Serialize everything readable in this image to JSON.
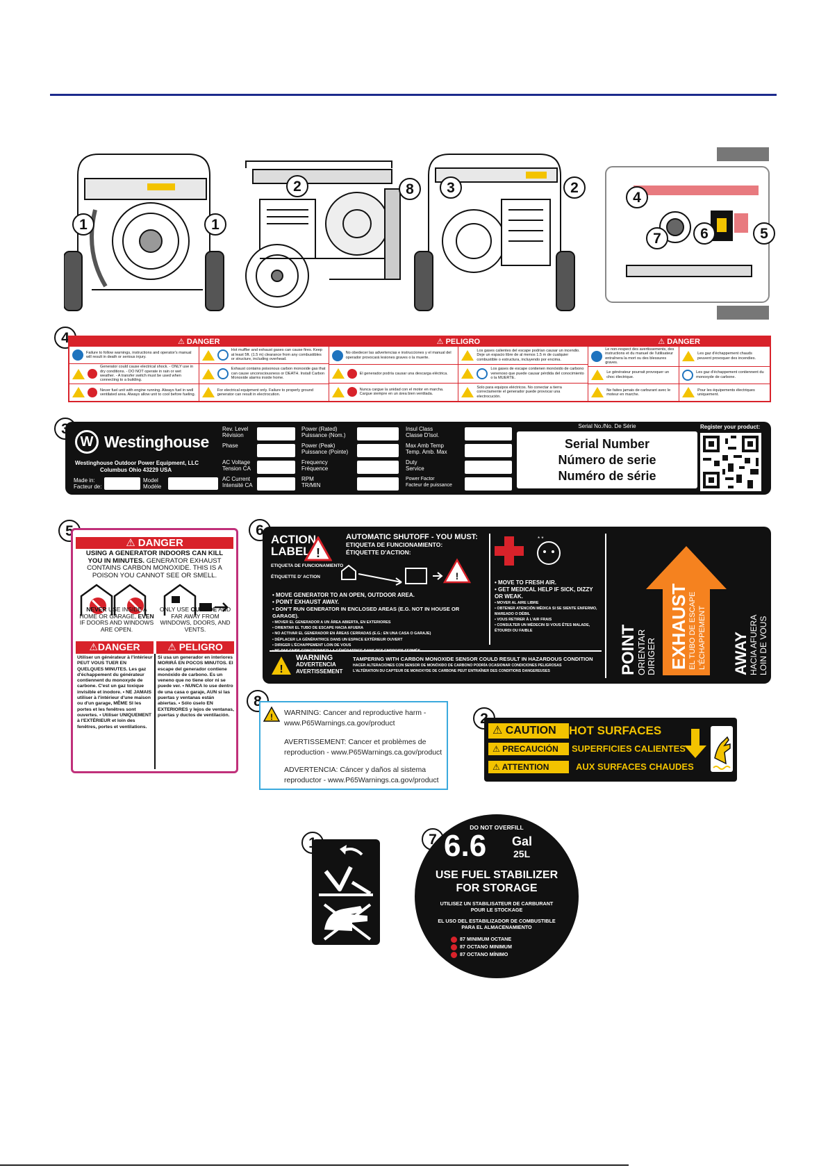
{
  "label4": {
    "headers": [
      "⚠ DANGER",
      "⚠ PELIGRO",
      "⚠ DANGER"
    ],
    "en": [
      "Failure to follow warnings, instructions and operator's manual will result in death or serious injury.",
      "Hot muffler and exhaust gases can cause fires. Keep at least 5ft. (1.5 m) clearance from any combustibles or structure, including overhead.",
      "Generator could cause electrical shock. - ONLY use in dry conditions. - DO NOT operate in rain or wet weather. - A transfer switch must be used when connecting to a building.",
      "Exhaust contains poisonous carbon monoxide gas that can cause unconsciousness or DEATH. Install Carbon Monoxide alarms inside home.",
      "Never fuel unit with engine running. Always fuel in well ventilated area. Always allow unit to cool before fueling.",
      "For electrical equipment only. Failure to properly ground generator can result in electrocution."
    ],
    "es": [
      "No obedecer las advertencias e instrucciones y el manual del operador provocará lesiones graves o la muerte.",
      "Los gases calientes del escape podrían causar un incendio. Deje un espacio libre de al menos 1.5 m de cualquier combustible o estructura, incluyendo por encima.",
      "El generador podría causar una descarga eléctrica.",
      "Los gases de escape contienen monóxido de carbono venenoso que puede causar pérdida del conocimiento o la MUERTE.",
      "Nunca cargue la unidad con el motor en marcha. Cargue siempre en un área bien ventilada.",
      "Solo para equipos eléctricos. No conectar a tierra correctamente el generador puede provocar una electrocución."
    ],
    "fr": [
      "Le non-respect des avertissements, des instructions et du manuel de l'utilisateur entraînera la mort ou des blessures graves.",
      "Les gaz d'échappement chauds peuvent provoquer des incendies.",
      "Le générateur pourrait provoquer un choc électrique.",
      "Les gaz d'échappement contiennent du monoxyde de carbone.",
      "Ne faites jamais de carburant avec le moteur en marche.",
      "Pour les équipements électriques uniquement."
    ]
  },
  "label3": {
    "brand": "Westinghouse",
    "company": "Westinghouse Outdoor Power Equipment, LLC",
    "address": "Columbus Ohio 43229 USA",
    "made_in": "Made in:",
    "made_in_fr": "Facteur de:",
    "model": "Model",
    "model_fr": "Modèle",
    "col1": [
      [
        "Rev. Level",
        "Révision"
      ],
      [
        "Phase",
        ""
      ],
      [
        "AC Voltage",
        "Tension CA"
      ],
      [
        "AC Current",
        "Intensité CA"
      ]
    ],
    "col2": [
      [
        "Power (Rated)",
        "Puissance (Nom.)"
      ],
      [
        "Power (Peak)",
        "Puissance (Pointe)"
      ],
      [
        "Frequency",
        "Fréquence"
      ],
      [
        "RPM",
        "TR/MIN"
      ]
    ],
    "col3": [
      [
        "Insul Class",
        "Classe D'isol."
      ],
      [
        "Max Amb Temp",
        "Temp. Amb. Max"
      ],
      [
        "Duty",
        "Service"
      ],
      [
        "Power Factor",
        "Facteur de puissance"
      ]
    ],
    "serial_header": "Serial No./No. De Série",
    "serial_lines": [
      "Serial Number",
      "Número de serie",
      "Numéro de série"
    ],
    "register": "Register your product:"
  },
  "label5": {
    "header": "⚠ DANGER",
    "intro_bold1": "USING A GENERATOR INDOORS",
    "intro_bold2": "CAN KILL YOU IN MINUTES.",
    "intro_rest": "GENERATOR EXHAUST CONTAINS CARBON MONOXIDE. THIS IS A POISON YOU CANNOT SEE OR SMELL.",
    "never_bold": "NEVER",
    "never_text": "USE INSIDE A HOME OR GARAGE,",
    "even_bold": "EVEN",
    "even_text": "IF DOORS AND WINDOWS ARE OPEN.",
    "only_text": "ONLY USE",
    "only_bold": "OUTSIDE",
    "only_rest": "AND FAR AWAY FROM WINDOWS, DOORS, AND VENTS.",
    "danger_fr": "⚠DANGER",
    "peligro_es": "⚠ PELIGRO",
    "fr_text": "Utiliser un générateur à l'intérieur PEUT VOUS TUER EN QUELQUES MINUTES. Les gaz d'échappement du générateur contiennent du monoxyde de carbone. C'est un gaz toxique invisible et inodore. • NE JAMAIS utiliser à l'intérieur d'une maison ou d'un garage, MÊME SI les portes et les fenêtres sont ouvertes. • Utiliser UNIQUEMENT à l'EXTÉRIEUR et loin des fenêtres, portes et ventilations.",
    "es_text": "Si usa un generador en interiores MORIRÁ EN POCOS MINUTOS. El escape del generador contiene monóxido de carbono. Es un veneno que no tiene olor ni se puede ver. • NUNCA lo use dentro de una casa o garaje, AUN si las puertas y ventanas están abiertas. • Sólo úselo EN EXTERIORES y lejos de ventanas, puertas y ductos de ventilación."
  },
  "label6": {
    "title1": "ACTION",
    "title2": "LABEL",
    "sub1": "ETIQUETA DE FUNCIONAMIENTO",
    "sub2": "ÉTIQUETTE D' ACTION",
    "auto_title": "AUTOMATIC SHUTOFF - YOU MUST:",
    "auto_es": "ETIQUETA DE FUNCIONAMIENTO:",
    "auto_fr": "ÉTIQUETTE D'ACTION:",
    "steps": [
      "• MOVE GENERATOR TO AN OPEN, OUTDOOR AREA.",
      "• POINT EXHAUST AWAY.",
      "• DON'T RUN GENERATOR IN ENCLOSED AREAS (E.G. NOT IN HOUSE OR GARAGE).",
      "• MOVER EL GENERADOR A UN ÁREA ABIERTA, EN EXTERIORES",
      "• ORIENTAR EL TUBO DE ESCAPE HACIA AFUERA",
      "• NO ACTIVAR EL GENERADOR EN ÁREAS CERRADAS (E.G.: EN UNA CASA O GARAJE)",
      "• DÉPLACER LA GÉNÉRATRICE DANS UN ESPACE EXTÉRIEUR OUVERT",
      "• DIRIGER L'ÉCHAPPEMENT LOIN DE VOUS",
      "• NE PAS FAIRE FONCTIONNER LA GÉNÉRATRICE DANS DES ENDROITS FERMÉS"
    ],
    "med": [
      "• MOVE TO FRESH AIR.",
      "• GET MEDICAL HELP IF SICK, DIZZY OR WEAK.",
      "• MOVER AL AIRE LIBRE",
      "• OBTENER ATENCIÓN MÉDICA SI SE SIENTE ENFERMO, MAREADO O DÉBIL",
      "• VOUS RETIRER À L'AIR FRAIS",
      "• CONSULTER UN MÉDECIN SI VOUS ÊTES MALADE, ÉTOURDI OU FAIBLE"
    ],
    "warn1": "WARNING",
    "warn2": "ADVERTENCIA",
    "warn3": "AVERTISSEMENT",
    "tamper1": "TAMPERING WITH CARBON MONOXIDE SENSOR COULD RESULT IN HAZARDOUS CONDITION",
    "tamper2": "HACER ALTERACIONES CON SENSOR DE MONÓXIDO DE CARBONO PODRÍA OCASIONAR CONDICIONES PELIGROSAS",
    "tamper3": "L'ALTÉRATION DU CAPTEUR DE MONOXYDE DE CARBONE PEUT ENTRAÎNER DES CONDITIONS DANGEREUSES",
    "point": "POINT",
    "orientar": "ORIENTAR",
    "diriger": "DIRIGER",
    "exhaust": "EXHAUST",
    "tubo": "EL TUBO DE ESCAPE",
    "echap": "L'ÉCHAPPEMENT",
    "away": "AWAY",
    "hacia": "HACIA AFUERA",
    "loin": "LOIN DE VOUS"
  },
  "label8": {
    "lines": [
      "WARNING: Cancer and reproductive harm -",
      "www.P65Warnings.ca.gov/product",
      "AVERTISSEMENT: Cancer et problèmes de",
      "reproduction - www.P65Warnings.ca.gov/product",
      "ADVERTENCIA: Cáncer y daños al sistema",
      "reproductor - www.P65Warnings.ca.gov/product"
    ]
  },
  "label2": {
    "caution": "⚠ CAUTION",
    "precaucion": "⚠ PRECAUCIÓN",
    "attention": "⚠ ATTENTION",
    "hot": "HOT SURFACES",
    "sup": "SUPERFICIES CALIENTES",
    "aux": "AUX SURFACES CHAUDES"
  },
  "label7": {
    "top": "DO NOT OVERFILL",
    "big": "6.6",
    "gal": "Gal",
    "liters": "25L",
    "use1": "USE FUEL STABILIZER",
    "use2": "FOR STORAGE",
    "fr1": "UTILISEZ UN STABILISATEUR DE CARBURANT",
    "fr2": "POUR LE STOCKAGE",
    "es1": "EL USO DEL ESTABILIZADOR DE COMBUSTIBLE",
    "es2": "PARA EL ALMACENAMIENTO",
    "oct1": "87 MINIMUM OCTANE",
    "oct2": "87 OCTANO MINIMUM",
    "oct3": "87 OCTANO MÍNIMO"
  },
  "callouts": [
    "1",
    "2",
    "3",
    "4",
    "5",
    "6",
    "7",
    "8"
  ]
}
